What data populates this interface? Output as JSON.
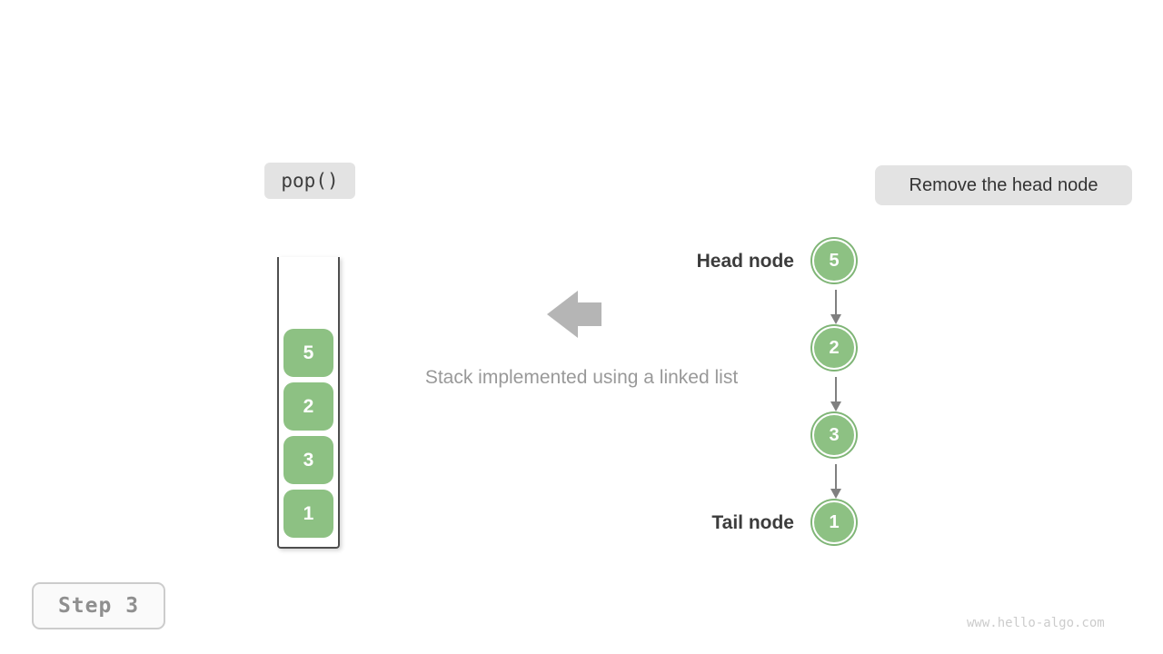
{
  "labels": {
    "operation": "pop()",
    "description": "Remove the head node",
    "caption": "Stack implemented using a linked list",
    "head_node": "Head node",
    "tail_node": "Tail node",
    "step": "Step 3",
    "watermark": "www.hello-algo.com"
  },
  "stack": {
    "items": [
      "5",
      "2",
      "3",
      "1"
    ]
  },
  "linked_list": {
    "nodes": [
      {
        "value": "5",
        "role": "head"
      },
      {
        "value": "2",
        "role": ""
      },
      {
        "value": "3",
        "role": ""
      },
      {
        "value": "1",
        "role": "tail"
      }
    ]
  },
  "colors": {
    "node_green": "#8dc183",
    "node_ring_green": "#7fb576",
    "label_bg": "#e3e3e3",
    "block_arrow_gray": "#b5b5b5",
    "connector_gray": "#808080",
    "text_dark": "#3c3c3c",
    "text_gray": "#999999"
  }
}
